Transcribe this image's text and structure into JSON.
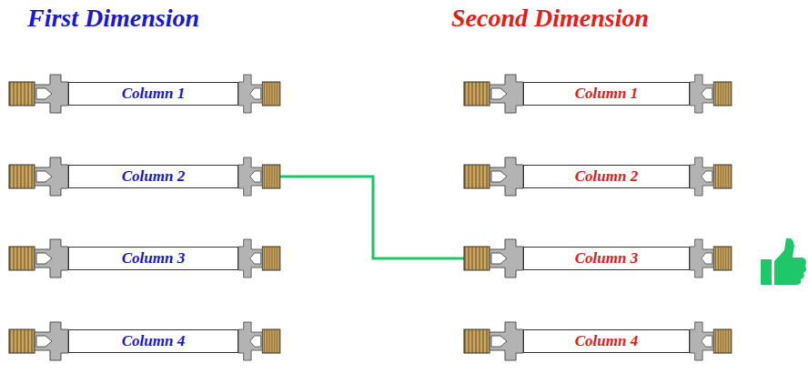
{
  "diagram": {
    "nodes": [
      {
        "text": [
          "Column 1"
        ]
      },
      {
        "text": [
          "Column 2"
        ]
      },
      {
        "text": [
          "Column 3"
        ]
      },
      {
        "text": [
          "Column 4"
        ]
      },
      {
        "text": [
          "Column 1"
        ]
      },
      {
        "text": [
          "Column 2"
        ]
      },
      {
        "text": [
          "Column 3"
        ]
      },
      {
        "text": [
          "Column 4"
        ]
      }
    ],
    "edges": [
      {
        "from": 1,
        "to": 6,
        "arrow": "none"
      }
    ],
    "labels": [
      "First Dimension",
      "Second Dimension"
    ]
  }
}
